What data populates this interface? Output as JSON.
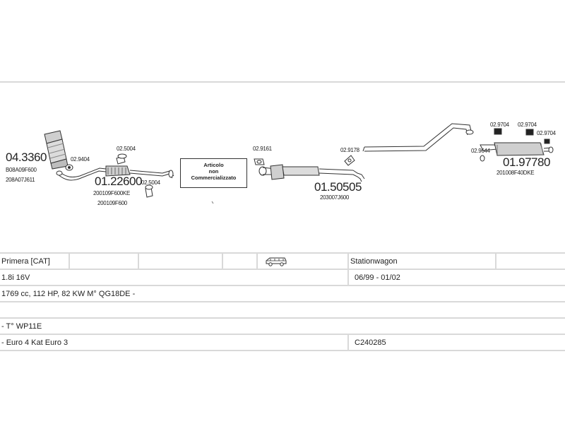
{
  "parts": {
    "cat_converter": {
      "code": "04.3360",
      "ref1": "B08A09F600",
      "ref2": "208A07J611"
    },
    "gasket_front": {
      "code": "02.9404"
    },
    "front_pipe": {
      "code": "01.22600",
      "ref1": "200109F600KE",
      "ref2": "200109F600"
    },
    "clamp_a": {
      "code": "02.5004"
    },
    "clamp_b": {
      "code": "02.5004"
    },
    "notice": {
      "line1": "Articolo",
      "line2": "non",
      "line3": "Commercializzato"
    },
    "gasket_mid": {
      "code": "02.9161"
    },
    "middle_silencer": {
      "code": "01.50505",
      "ref1": "203007J600"
    },
    "hanger_mid": {
      "code": "02.9178"
    },
    "hanger_rear_1": {
      "code": "02.9704"
    },
    "hanger_rear_2": {
      "code": "02.9704"
    },
    "hanger_rear_3": {
      "code": "02.9704"
    },
    "ring_rear": {
      "code": "02.9644"
    },
    "rear_silencer": {
      "code": "01.97780",
      "ref1": "201008F40DKE"
    }
  },
  "spec": {
    "model": "Primera  [CAT]",
    "body": "Stationwagon",
    "body_icon": "station-wagon-icon",
    "engine": "1.8i 16V",
    "period": "06/99 - 01/02",
    "details": "1769 cc, 112 HP, 82 KW M° QG18DE -",
    "type": "- T° WP11E",
    "emission": "- Euro 4 Kat Euro 3",
    "catalog_code": "C240285"
  }
}
